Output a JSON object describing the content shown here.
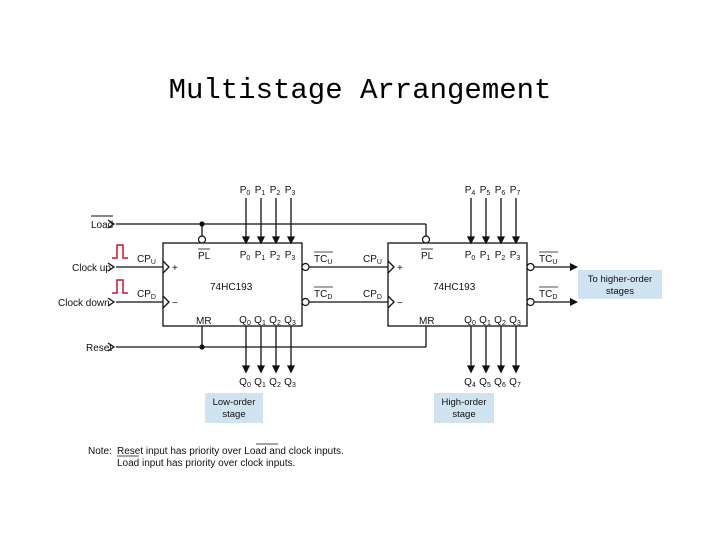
{
  "title": "Multistage Arrangement",
  "colors": {
    "stage_box": "#cfe3f0",
    "clock_pulse": "#d0142c",
    "line": "#111111"
  },
  "inputs": {
    "load": "Load",
    "clock_up": "Clock up",
    "clock_down": "Clock down",
    "reset": "Reset"
  },
  "low_chip": {
    "name": "74HC193",
    "top_inputs": [
      "P0",
      "P1",
      "P2",
      "P3"
    ],
    "pin_pl": "PL",
    "pin_cpu": "CPU",
    "pin_cpd": "CPD",
    "pin_mr": "MR",
    "pin_tcu": "TCU",
    "pin_tcd": "TCD",
    "pins_p": [
      "P0",
      "P1",
      "P2",
      "P3"
    ],
    "pins_q": [
      "Q0",
      "Q1",
      "Q2",
      "Q3"
    ],
    "bottom_outputs": [
      "Q0",
      "Q1",
      "Q2",
      "Q3"
    ],
    "plus": "+",
    "minus": "−"
  },
  "high_chip": {
    "name": "74HC193",
    "top_inputs": [
      "P4",
      "P5",
      "P6",
      "P7"
    ],
    "pin_pl": "PL",
    "pin_cpu": "CPU",
    "pin_cpd": "CPD",
    "pin_mr": "MR",
    "pin_tcu": "TCU",
    "pin_tcd": "TCD",
    "pins_p": [
      "P0",
      "P1",
      "P2",
      "P3"
    ],
    "pins_q": [
      "Q0",
      "Q1",
      "Q2",
      "Q3"
    ],
    "bottom_outputs": [
      "Q4",
      "Q5",
      "Q6",
      "Q7"
    ],
    "plus": "+",
    "minus": "−"
  },
  "higher_order": [
    "To higher-order",
    "stages"
  ],
  "low_stage": [
    "Low-order",
    "stage"
  ],
  "high_stage": [
    "High-order",
    "stage"
  ],
  "note": {
    "line1_prefix": "Note:",
    "line1": "Reset input has priority over Load and clock inputs.",
    "line2": "Load input has priority over clock inputs."
  }
}
